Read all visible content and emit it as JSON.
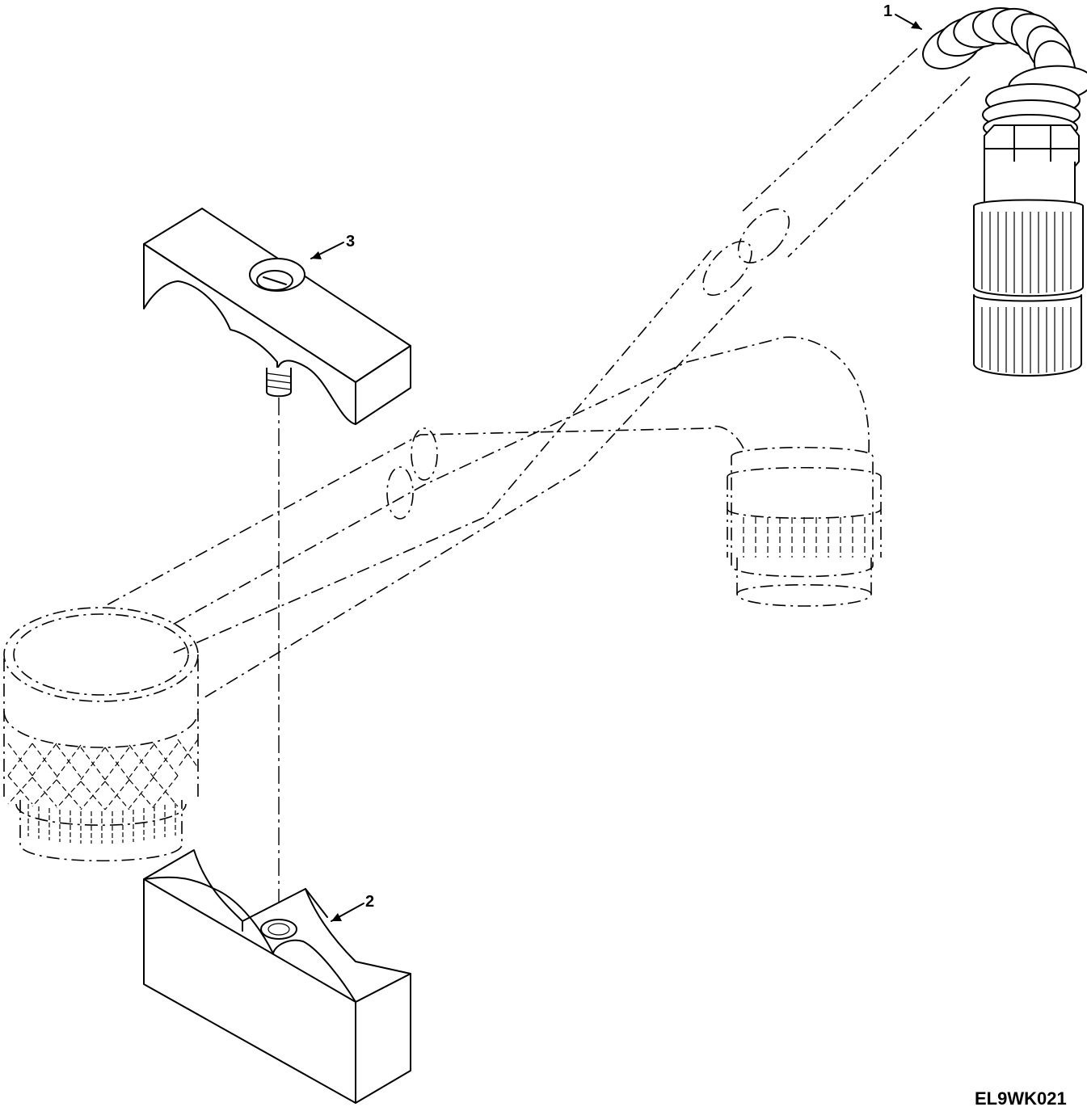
{
  "figure": {
    "figure_id": "EL9WK021",
    "callouts": [
      {
        "number": "1",
        "part": "flexible-conduit-cable-assembly"
      },
      {
        "number": "2",
        "part": "lower-clamp-block"
      },
      {
        "number": "3",
        "part": "upper-clamp-block"
      }
    ]
  }
}
